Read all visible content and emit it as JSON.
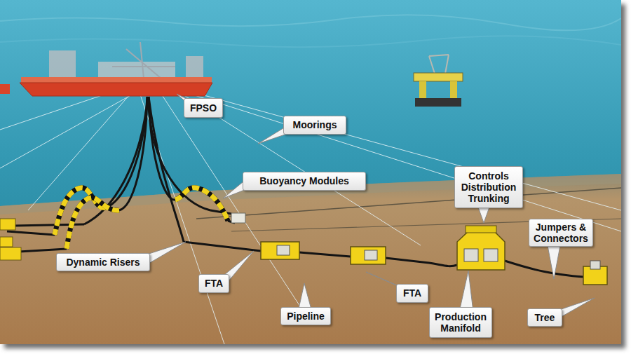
{
  "diagram": {
    "nodes": [
      {
        "text": [
          "FPSO"
        ]
      },
      {
        "text": [
          "Moorings"
        ]
      },
      {
        "text": [
          "Controls Distribution Trunking"
        ]
      },
      {
        "text": [
          "Buoyancy Modules"
        ]
      },
      {
        "text": [
          "Jumpers & Connectors"
        ]
      },
      {
        "text": [
          "Dynamic Risers"
        ]
      },
      {
        "text": [
          "FTA"
        ]
      },
      {
        "text": [
          "FTA"
        ]
      },
      {
        "text": [
          "Pipeline"
        ]
      },
      {
        "text": [
          "Production Manifold"
        ]
      },
      {
        "text": [
          "Tree"
        ]
      }
    ]
  }
}
